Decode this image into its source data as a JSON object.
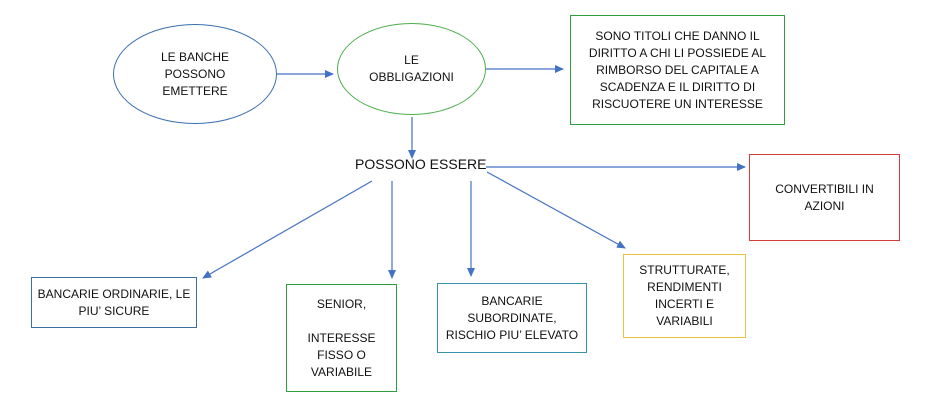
{
  "nodes": {
    "banche": {
      "text": "LE BANCHE\nPOSSONO\nEMETTERE",
      "color": "#3a70b0"
    },
    "obbligazioni": {
      "text": "LE\nOBBLIGAZIONI",
      "color": "#4cae4c"
    },
    "definizione": {
      "text": "SONO TITOLI CHE DANNO IL\nDIRITTO A CHI LI POSSIEDE AL\nRIMBORSO DEL CAPITALE A\nSCADENZA E IL DIRITTO DI\nRISCUOTERE UN INTERESSE",
      "color": "#2e9e3e"
    },
    "possono_essere": {
      "text": "POSSONO ESSERE"
    },
    "convertibili": {
      "text": "CONVERTIBILI IN\nAZIONI",
      "color": "#d43b3b"
    },
    "ordinarie": {
      "text": "BANCARIE ORDINARIE, LE\nPIU’ SICURE",
      "color": "#3a6fa0"
    },
    "senior": {
      "text": "SENIOR,\n\nINTERESSE\nFISSO O\nVARIABILE",
      "color": "#2e9e3e"
    },
    "subordinate": {
      "text": "BANCARIE\nSUBORDINATE,\nRISCHIO PIU’ ELEVATO",
      "color": "#3a8fa8"
    },
    "strutturate": {
      "text": "STRUTTURATE,\nRENDIMENTI\nINCERTI E\nVARIABILI",
      "color": "#e8c43a"
    }
  },
  "edge_color": "#4472c4"
}
